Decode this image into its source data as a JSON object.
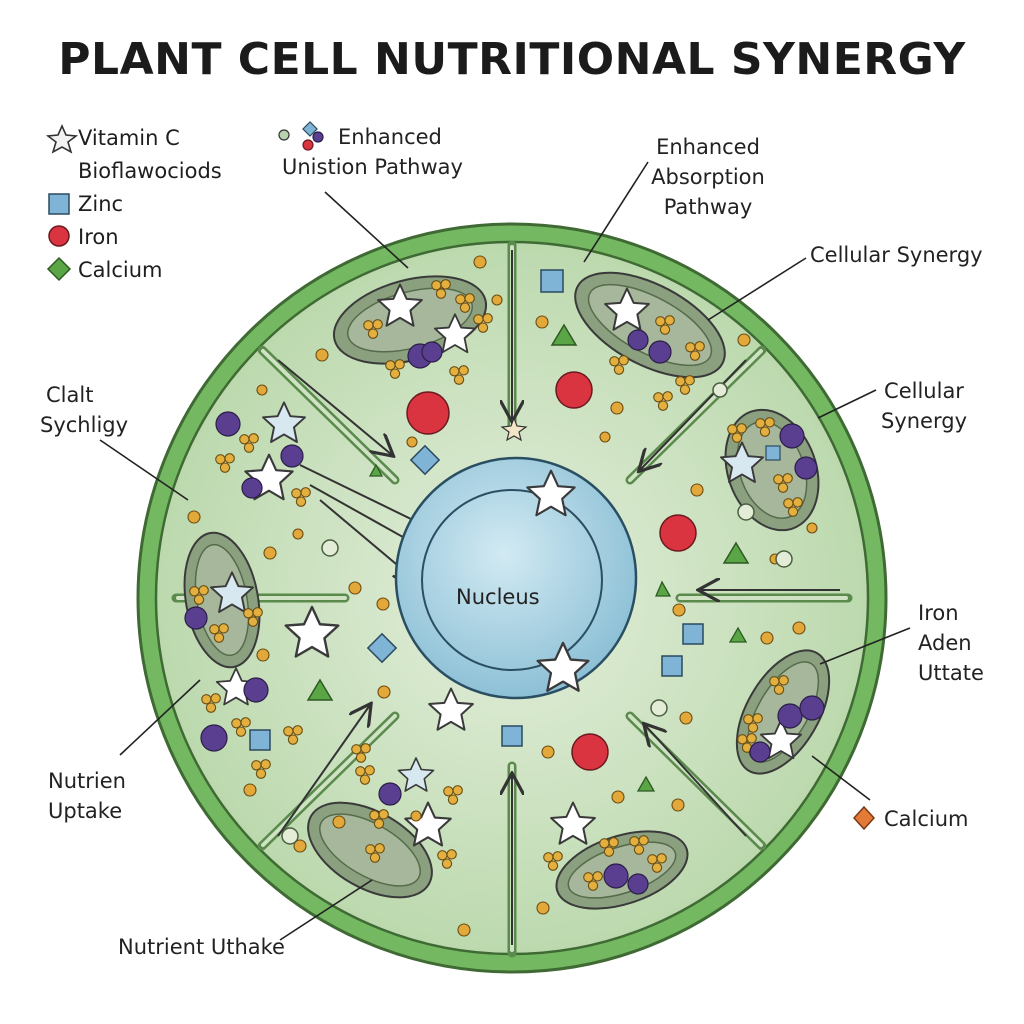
{
  "title": "PLANT CELL NUTRITIONAL SYNERGY",
  "legend": [
    {
      "symbol": "star",
      "lines": [
        "Vitamin C",
        "Bioflawociods"
      ],
      "color": "#ffffff"
    },
    {
      "symbol": "square",
      "lines": [
        "Zinc"
      ],
      "color": "#7fb4d6"
    },
    {
      "symbol": "circle",
      "lines": [
        "Iron"
      ],
      "color": "#d9343f"
    },
    {
      "symbol": "diamond",
      "lines": [
        "Calcium"
      ],
      "color": "#5aa545"
    }
  ],
  "labels": {
    "enhanced_unistion": [
      "Enhanced",
      "Unistion Pathway"
    ],
    "enhanced_absorption": [
      "Enhanced",
      "Absorption",
      "Pathway"
    ],
    "cellular_synergy_top": [
      "Cellular Synergy"
    ],
    "cellular_synergy_right": [
      "Cellular",
      "Synergy"
    ],
    "clalt_sychligy": [
      "Clalt",
      "Sychligy"
    ],
    "iron_aden": [
      "Iron",
      "Aden",
      "Uttate"
    ],
    "nutrien_uptake": [
      "Nutrien",
      "Uptake"
    ],
    "calcium_bottom": [
      "Calcium"
    ],
    "nutrient_uthake": [
      "Nutrient Uthake"
    ],
    "nucleus": "Nucleus"
  },
  "colors": {
    "cell_wall": "#74b862",
    "cytoplasm": "#cfe3c4",
    "nucleus": "#a6cfe0",
    "chloroplast": "#8aa07f",
    "grana_gold": "#e3b040",
    "grana_purple": "#5a3f90",
    "iron_red": "#d9343f",
    "zinc_blue": "#7fb4d6",
    "calcium_green": "#5aa545",
    "calcium_orange": "#e47a38"
  }
}
